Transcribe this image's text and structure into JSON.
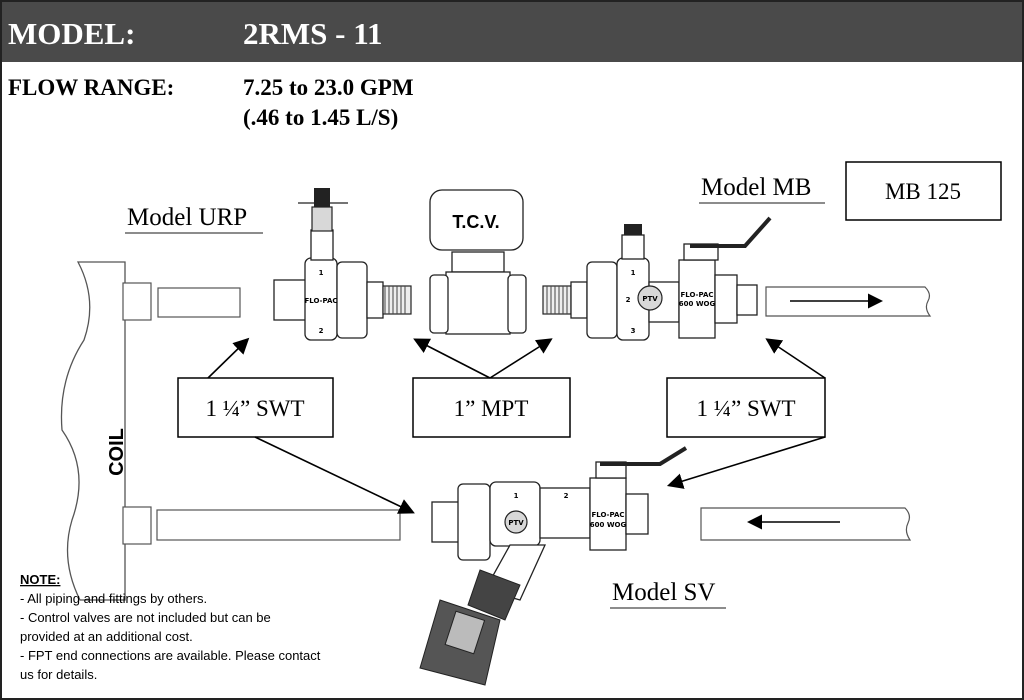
{
  "header": {
    "model_label": "MODEL:",
    "model_value": "2RMS - 11",
    "bar_color": "#4a4a4a"
  },
  "flow_range": {
    "label": "FLOW RANGE:",
    "gpm": "7.25 to 23.0 GPM",
    "lps": "(.46 to 1.45 L/S)"
  },
  "components": {
    "urp": "Model URP",
    "mb": "Model MB",
    "mb_part": "MB 125",
    "sv": "Model SV",
    "tcv": "T.C.V.",
    "coil": "COIL",
    "brand": "FLO-PAC",
    "rating": "600 WOG",
    "port_badge": "PTV",
    "ports": [
      "1",
      "2",
      "3"
    ]
  },
  "callouts": [
    "1 ¼” SWT",
    "1” MPT",
    "1 ¼” SWT"
  ],
  "note": {
    "title": "NOTE:",
    "lines": [
      "- All piping and fittings by others.",
      "- Control valves are not included but can be",
      "provided at an additional cost.",
      "- FPT end connections are available.  Please contact",
      "us for details."
    ]
  }
}
